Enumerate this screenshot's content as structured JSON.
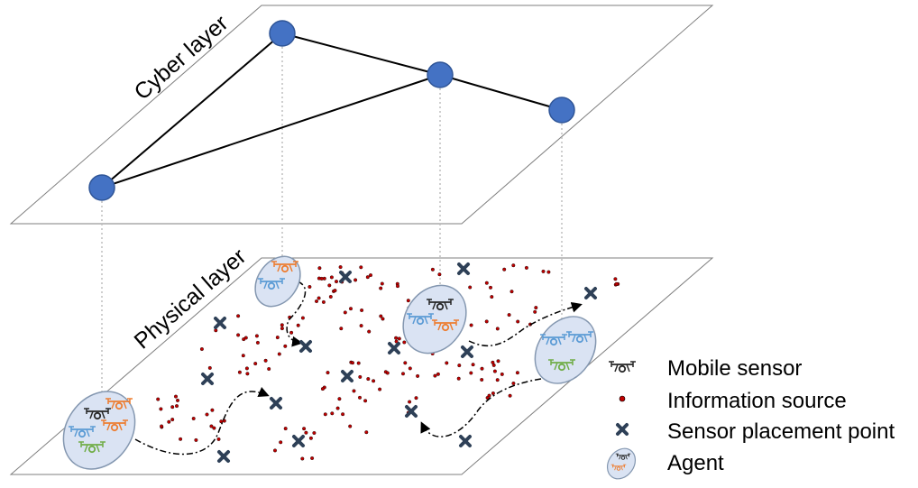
{
  "layers": {
    "cyber": "Cyber layer",
    "physical": "Physical layer"
  },
  "legend": {
    "mobile_sensor": "Mobile sensor",
    "information_source": "Information source",
    "sensor_placement_point": "Sensor placement point",
    "agent": "Agent"
  },
  "colors": {
    "node": "#4472c4",
    "node_edge": "#2f5597",
    "info_source": "#c00000",
    "placement_mark": "#2e4057",
    "agent_fill": "#dae3f3",
    "agent_edge": "#8497b0",
    "drone_black": "#262626",
    "drone_blue": "#5b9bd5",
    "drone_orange": "#ed7d31",
    "drone_green": "#70ad47",
    "guide_line": "#bfbfbf"
  },
  "icons": {
    "drone": "drone-icon",
    "info_source": "dot-icon",
    "placement": "x-mark-icon",
    "agent": "ellipse-icon"
  }
}
